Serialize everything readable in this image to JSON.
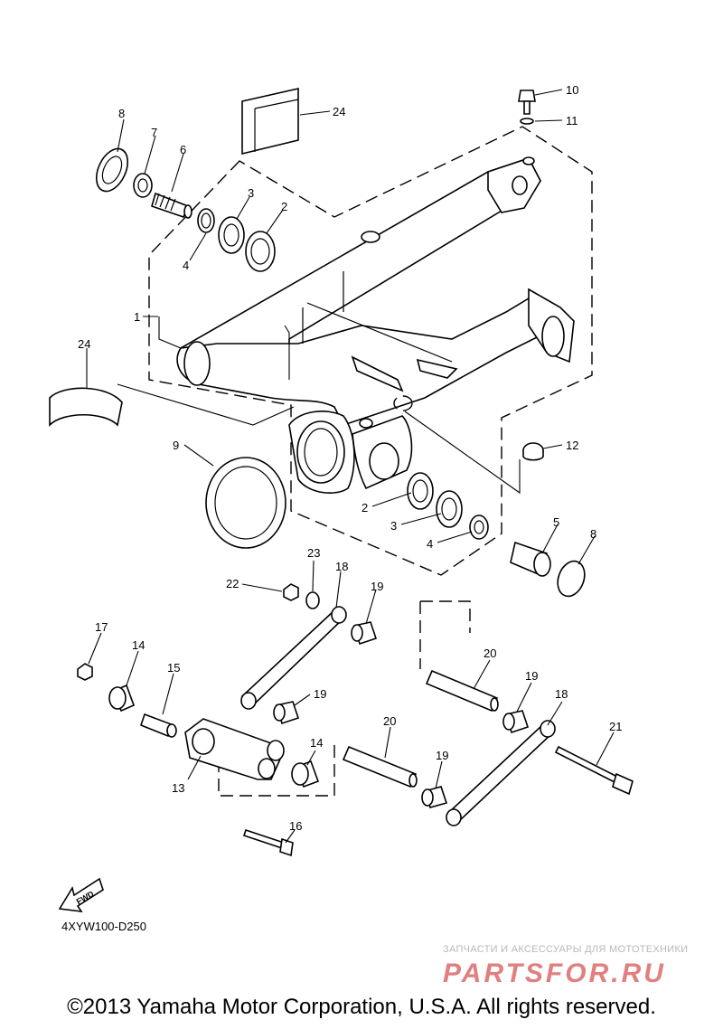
{
  "diagram": {
    "code": "4XYW100-D250",
    "fwd_label": "FWD",
    "callouts": {
      "c1": "1",
      "c2a": "2",
      "c2b": "2",
      "c3a": "3",
      "c3b": "3",
      "c4a": "4",
      "c4b": "4",
      "c5": "5",
      "c6": "6",
      "c7": "7",
      "c8a": "8",
      "c8b": "8",
      "c9": "9",
      "c10": "10",
      "c11": "11",
      "c12": "12",
      "c13": "13",
      "c14a": "14",
      "c14b": "14",
      "c15": "15",
      "c16": "16",
      "c17": "17",
      "c18a": "18",
      "c18b": "18",
      "c19a": "19",
      "c19b": "19",
      "c19c": "19",
      "c19d": "19",
      "c20a": "20",
      "c20b": "20",
      "c21": "21",
      "c22": "22",
      "c23": "23",
      "c24a": "24",
      "c24b": "24"
    }
  },
  "watermark": {
    "tagline": "ЗАПЧАСТИ И АКСЕССУАРЫ ДЛЯ МОТОТЕХНИКИ",
    "logo_text": "PARTSFOR.RU",
    "color": "#e08080"
  },
  "footer": {
    "copyright": "©2013 Yamaha Motor Corporation, U.S.A. All rights reserved."
  }
}
